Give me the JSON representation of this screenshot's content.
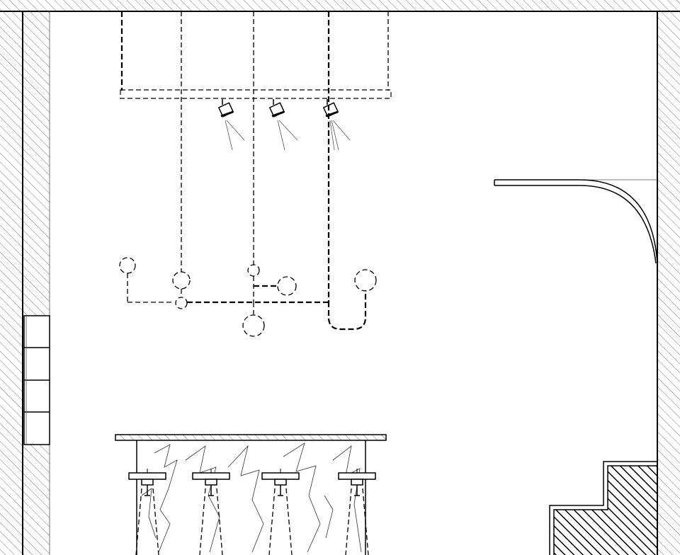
{
  "drawing": {
    "kind": "architectural interior elevation",
    "colors": {
      "line": "#000000",
      "hatch": "#777777",
      "background": "#ffffff"
    },
    "elements": [
      "wall-hatch-left",
      "wall-hatch-right",
      "ceiling-hatch",
      "track-light-rail",
      "spotlight-1",
      "spotlight-2",
      "spotlight-3",
      "pendant-globe-cluster",
      "curved-partition",
      "wall-shelf",
      "marble-bar-counter",
      "bar-stool-1",
      "bar-stool-2",
      "bar-stool-3",
      "bar-stool-4",
      "staircase"
    ]
  }
}
